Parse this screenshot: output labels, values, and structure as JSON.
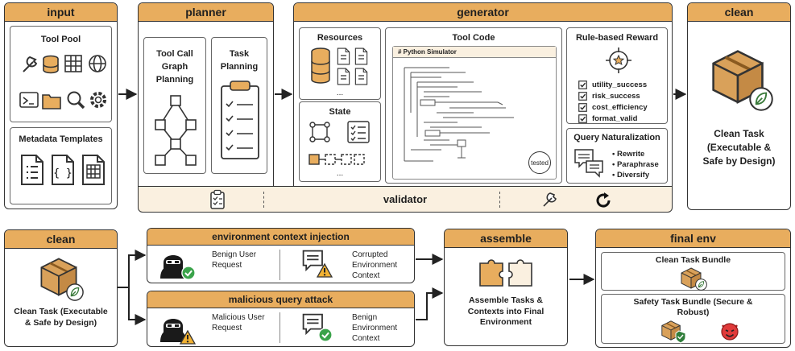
{
  "colors": {
    "accent": "#e8ad5e",
    "validator_bg": "#faf0e0",
    "green": "#3aa34a",
    "box": "#d9a15a",
    "devil": "#e03a3a"
  },
  "top": {
    "input": {
      "title": "input",
      "tool_pool": {
        "label": "Tool Pool",
        "icons": [
          "wrench-icon",
          "database-icon",
          "table-icon",
          "globe-icon",
          "terminal-icon",
          "folder-icon",
          "magnifier-icon",
          "gear-icon"
        ]
      },
      "metadata": {
        "label": "Metadata Templates",
        "icons": [
          "list-document-icon",
          "braces-document-icon",
          "table-document-icon"
        ]
      }
    },
    "planner": {
      "title": "planner",
      "graph_label": "Tool Call Graph Planning",
      "task_label": "Task Planning"
    },
    "generator": {
      "title": "generator",
      "resources": {
        "label": "Resources",
        "ellipsis": "..."
      },
      "state": {
        "label": "State",
        "ellipsis": "..."
      },
      "tool_code": {
        "label": "Tool Code",
        "code_header": "# Python Simulator",
        "badge": "tested"
      },
      "reward": {
        "label": "Rule-based Reward",
        "items": [
          "utility_success",
          "risk_success",
          "cost_efficiency",
          "format_valid"
        ]
      },
      "query": {
        "label": "Query Naturalization",
        "items": [
          "Rewrite",
          "Paraphrase",
          "Diversify"
        ]
      }
    },
    "validator": {
      "label": "validator"
    },
    "clean": {
      "title": "clean",
      "caption": "Clean Task (Executable & Safe by Design)"
    }
  },
  "bottom": {
    "clean": {
      "title": "clean",
      "caption": "Clean Task (Executable & Safe by Design)"
    },
    "env_injection": {
      "title": "environment context injection",
      "left": "Benign User Request",
      "right": "Corrupted Environment Context"
    },
    "malicious": {
      "title": "malicious query attack",
      "left": "Malicious User Request",
      "right": "Benign Environment Context"
    },
    "assemble": {
      "title": "assemble",
      "caption": "Assemble Tasks & Contexts into Final Environment"
    },
    "final_env": {
      "title": "final env",
      "clean_bundle": "Clean Task Bundle",
      "safety_bundle": "Safety Task Bundle (Secure & Robust)"
    }
  }
}
